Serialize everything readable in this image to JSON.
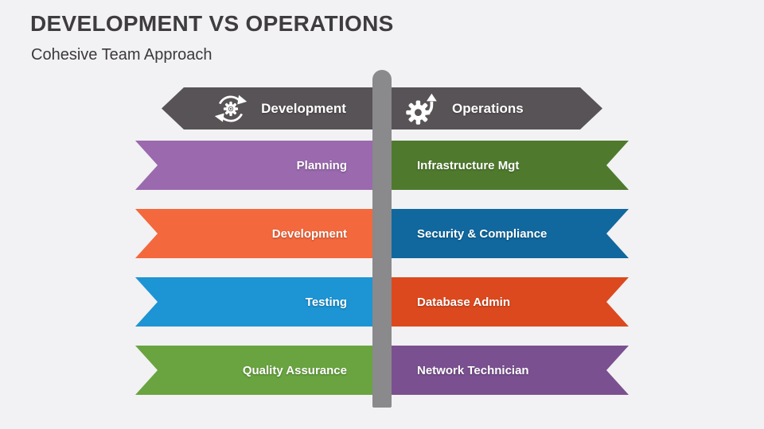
{
  "slide": {
    "title": "DEVELOPMENT VS OPERATIONS",
    "subtitle": "Cohesive Team Approach"
  },
  "headers": {
    "development": {
      "label": "Development",
      "icon": "sync-gear-icon"
    },
    "operations": {
      "label": "Operations",
      "icon": "gear-up-arrow-icon"
    }
  },
  "rows": [
    {
      "left": {
        "label": "Planning",
        "color": "#9a69ae"
      },
      "right": {
        "label": "Infrastructure Mgt",
        "color": "#4f7a2e"
      }
    },
    {
      "left": {
        "label": "Development",
        "color": "#f3683d"
      },
      "right": {
        "label": "Security & Compliance",
        "color": "#10689e"
      }
    },
    {
      "left": {
        "label": "Testing",
        "color": "#1d94d3"
      },
      "right": {
        "label": "Database Admin",
        "color": "#dc491e"
      }
    },
    {
      "left": {
        "label": "Quality Assurance",
        "color": "#69a440"
      },
      "right": {
        "label": "Network Technician",
        "color": "#7a5090"
      }
    }
  ],
  "colors": {
    "background": "#f2f1f3",
    "header_banner": "#585356",
    "center_bar": "#8a898b",
    "banner_text": "#ffffff",
    "title_text": "#3e3c3e"
  }
}
